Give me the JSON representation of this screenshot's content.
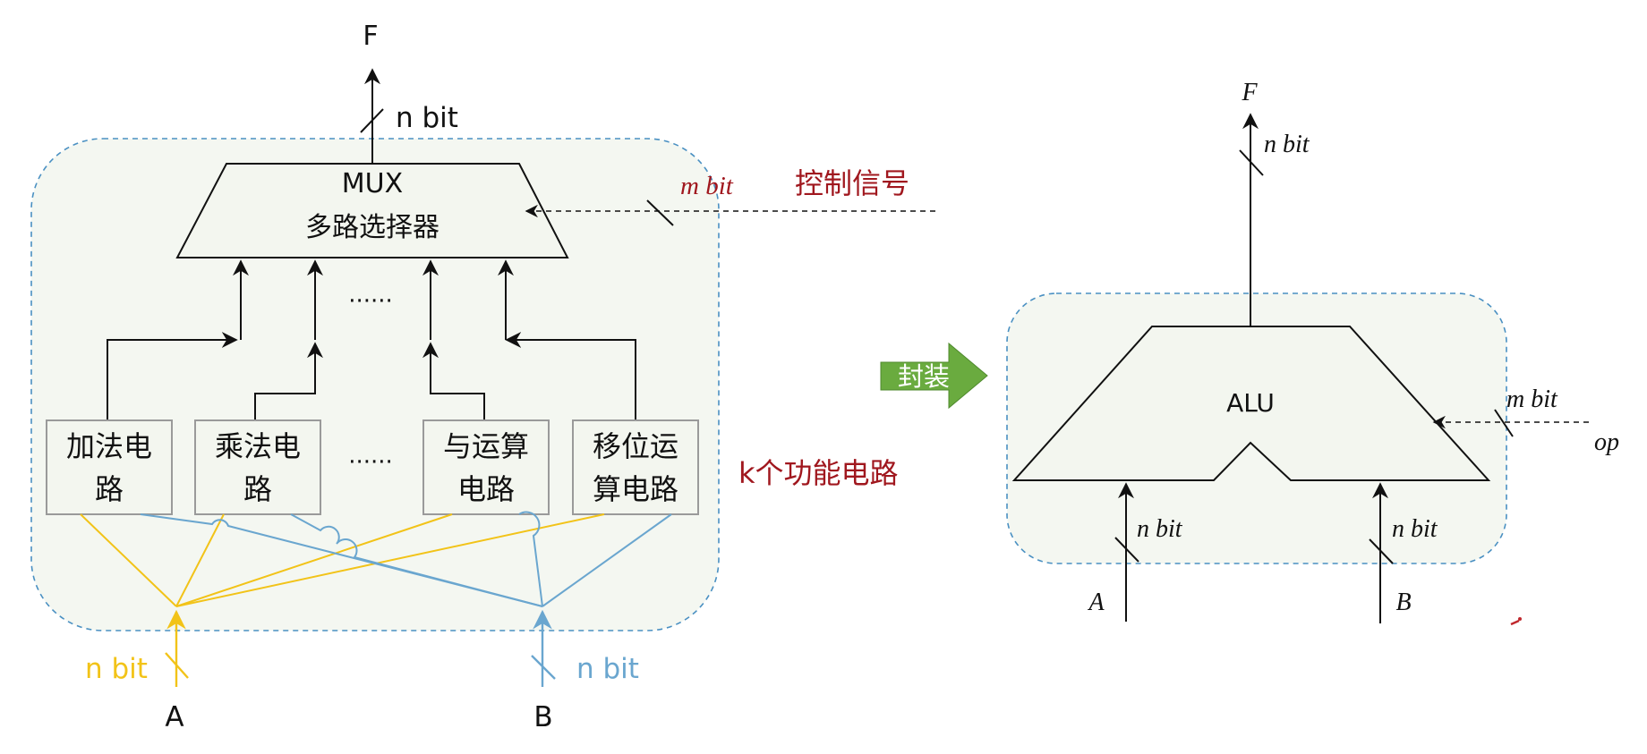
{
  "colors": {
    "border_dash": "#4a90c2",
    "panel_fill": "#f4f7f1",
    "label_red": "#a0171e",
    "wire_yellow": "#f2c318",
    "wire_blue": "#6aa6cf",
    "arrow_green": "#6aab3f",
    "block_fill": "#f3f6ef",
    "block_border": "#9a9a9a",
    "stroke": "#111111"
  },
  "left": {
    "output_label": "F",
    "output_width": "n bit",
    "mux_line1": "MUX",
    "mux_line2": "多路选择器",
    "control_width": "m bit",
    "control_label": "控制信号",
    "dots_middle": "······",
    "dots_blocks": "······",
    "blocks": [
      {
        "line1": "加法电",
        "line2": "路"
      },
      {
        "line1": "乘法电",
        "line2": "路"
      },
      {
        "line1": "与运算",
        "line2": "电路"
      },
      {
        "line1": "移位运",
        "line2": "算电路"
      }
    ],
    "k_label": "k个功能电路",
    "input_a_width": "n bit",
    "input_a_label": "A",
    "input_b_width": "n bit",
    "input_b_label": "B"
  },
  "encapsulate": {
    "label": "封装"
  },
  "right": {
    "output_label": "F",
    "output_width": "n bit",
    "alu_label": "ALU",
    "op_width": "m bit",
    "op_label": "op",
    "input_a_width": "n bit",
    "input_a_label": "A",
    "input_b_width": "n bit",
    "input_b_label": "B"
  }
}
